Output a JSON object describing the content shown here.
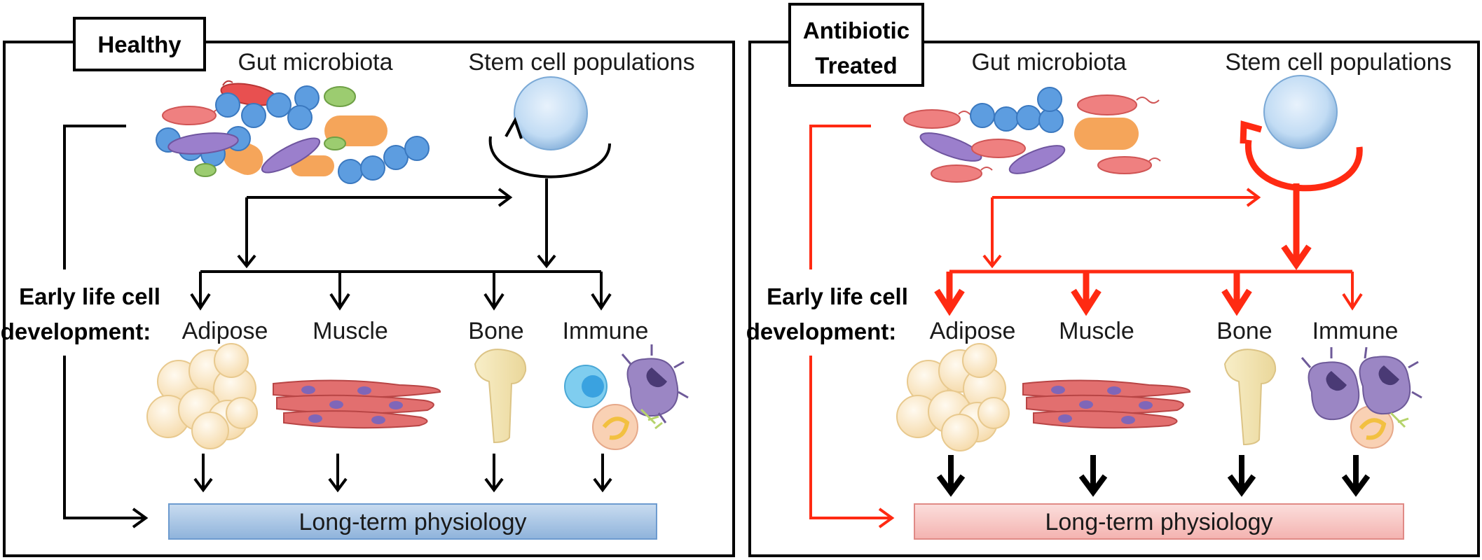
{
  "panels": [
    {
      "id": "healthy",
      "tag_lines": [
        "Healthy"
      ],
      "microbiota_label": "Gut microbiota",
      "stem_label": "Stem cell populations",
      "dev_label_line1": "Early life cell",
      "dev_label_line2": "development:",
      "tissues": [
        "Adipose",
        "Muscle",
        "Bone",
        "Immune"
      ],
      "outcome_label": "Long-term physiology",
      "arrow_color": "#000000",
      "bracket_color": "#000000",
      "bar_color": "#a9c6e6"
    },
    {
      "id": "antibiotic",
      "tag_lines": [
        "Antibiotic",
        "Treated"
      ],
      "microbiota_label": "Gut microbiota",
      "stem_label": "Stem cell populations",
      "dev_label_line1": "Early life cell",
      "dev_label_line2": "development:",
      "tissues": [
        "Adipose",
        "Muscle",
        "Bone",
        "Immune"
      ],
      "outcome_label": "Long-term physiology",
      "arrow_color": "#ff2a12",
      "bracket_color": "#ff2a12",
      "bar_color": "#f7c8c6"
    }
  ]
}
